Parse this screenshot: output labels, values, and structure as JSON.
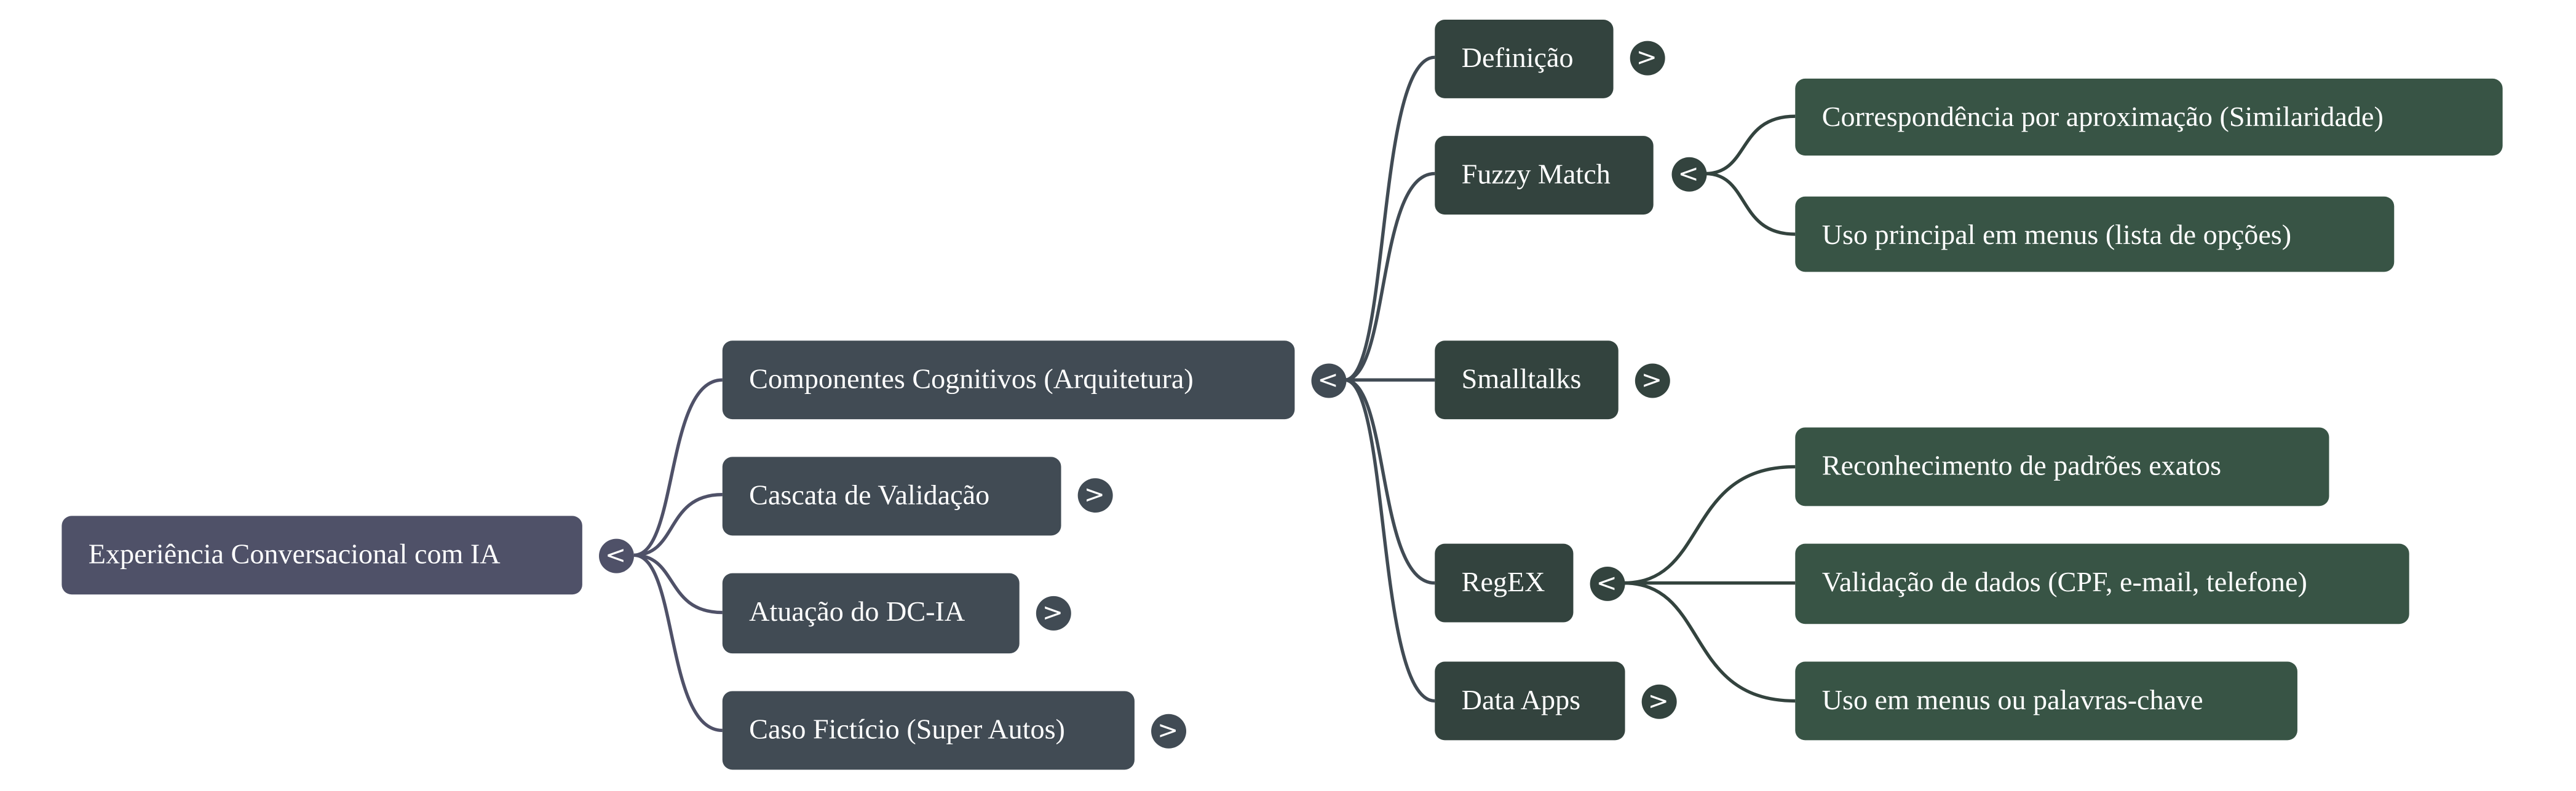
{
  "mindmap": {
    "colors": {
      "root": "#4f5168",
      "level1": "#414b54",
      "level2": "#33433e",
      "level3": "#385445",
      "root_links": "#4f5168",
      "level1_links": "#414b54",
      "level2_links": "#33433e",
      "text": "#ffffff"
    },
    "root": {
      "label": "Experiência Conversacional com IA",
      "toggle": "<",
      "expanded": true
    },
    "level1": [
      {
        "label": "Componentes Cognitivos (Arquitetura)",
        "toggle": "<",
        "expanded": true
      },
      {
        "label": "Cascata de Validação",
        "toggle": ">",
        "expanded": false
      },
      {
        "label": "Atuação do DC-IA",
        "toggle": ">",
        "expanded": false
      },
      {
        "label": "Caso Fictício (Super Autos)",
        "toggle": ">",
        "expanded": false
      }
    ],
    "level2": [
      {
        "label": "Definição",
        "toggle": ">",
        "expanded": false
      },
      {
        "label": "Fuzzy Match",
        "toggle": "<",
        "expanded": true
      },
      {
        "label": "Smalltalks",
        "toggle": ">",
        "expanded": false
      },
      {
        "label": "RegEX",
        "toggle": "<",
        "expanded": true
      },
      {
        "label": "Data Apps",
        "toggle": ">",
        "expanded": false
      }
    ],
    "fuzzy_match_children": [
      {
        "label": "Correspondência por aproximação (Similaridade)"
      },
      {
        "label": "Uso principal em menus (lista de opções)"
      }
    ],
    "regex_children": [
      {
        "label": "Reconhecimento de padrões exatos"
      },
      {
        "label": "Validação de dados (CPF, e-mail, telefone)"
      },
      {
        "label": "Uso em menus ou palavras-chave"
      }
    ]
  }
}
